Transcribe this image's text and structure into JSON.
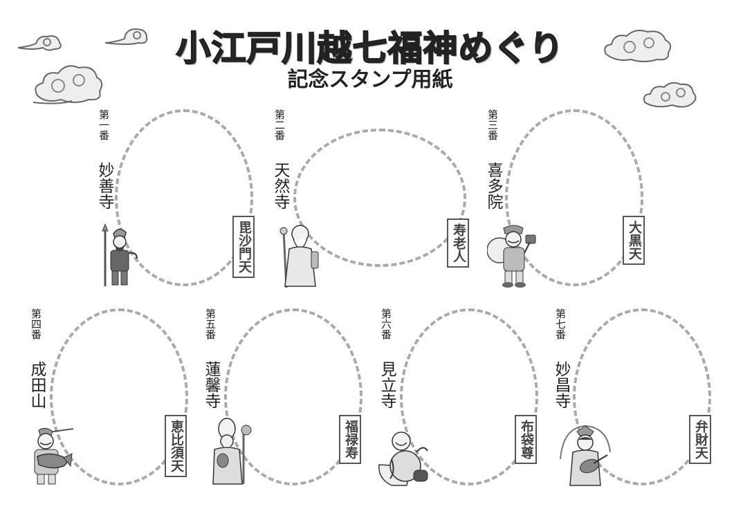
{
  "title": "小江戸川越七福神めぐり",
  "subtitle": "記念スタンプ用紙",
  "stations": [
    {
      "number": "第一番",
      "temple": "妙善寺",
      "deity": "毘沙門天",
      "figure": "bishamonten-figure"
    },
    {
      "number": "第二番",
      "temple": "天然寺",
      "deity": "寿老人",
      "figure": "jurojin-figure"
    },
    {
      "number": "第三番",
      "temple": "喜多院",
      "deity": "大黒天",
      "figure": "daikokuten-figure"
    },
    {
      "number": "第四番",
      "temple": "成田山",
      "deity": "恵比須天",
      "figure": "ebisu-figure"
    },
    {
      "number": "第五番",
      "temple": "蓮馨寺",
      "deity": "福禄寿",
      "figure": "fukurokuju-figure"
    },
    {
      "number": "第六番",
      "temple": "見立寺",
      "deity": "布袋尊",
      "figure": "hotei-figure"
    },
    {
      "number": "第七番",
      "temple": "妙昌寺",
      "deity": "弁財天",
      "figure": "benzaiten-figure"
    }
  ]
}
